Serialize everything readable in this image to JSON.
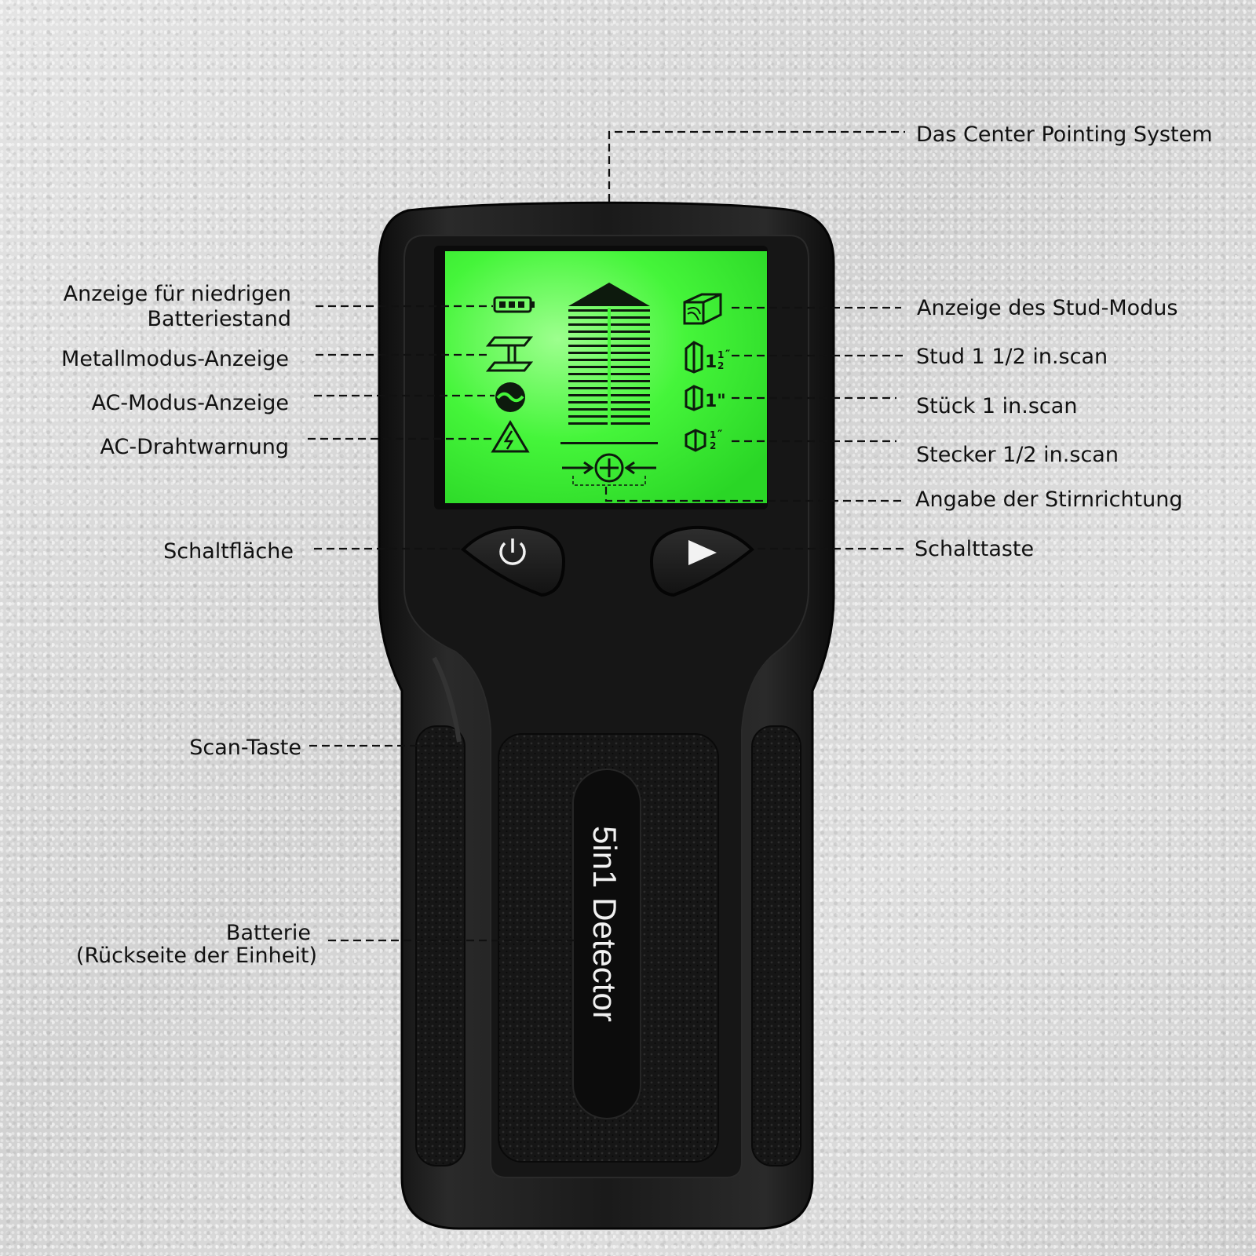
{
  "labels": {
    "center_pointing": "Das Center Pointing System",
    "low_battery_line1": "Anzeige für niedrigen",
    "low_battery_line2": "Batteriestand",
    "metal_mode": "Metallmodus-Anzeige",
    "ac_mode": "AC-Modus-Anzeige",
    "ac_warning": "AC-Drahtwarnung",
    "power_button": "Schaltfläche",
    "scan_button": "Scan-Taste",
    "battery_line1": "Batterie",
    "battery_line2": "(Rückseite der Einheit)",
    "stud_mode": "Anzeige des Stud-Modus",
    "stud_1_5": "Stud 1 1/2 in.scan",
    "stud_1": "Stück 1 in.scan",
    "stud_0_5": "Stecker 1/2 in.scan",
    "direction": "Angabe der Stirnrichtung",
    "switch_button": "Schalttaste"
  },
  "device": {
    "name": "5in1 Detector",
    "lcd_frac_1_5_whole": "1",
    "lcd_frac_1_5_num": "1",
    "lcd_frac_1_5_den": "2",
    "lcd_frac_1": "1\"",
    "lcd_frac_0_5_num": "1",
    "lcd_frac_0_5_den": "2",
    "lcd_color": "#3ff23a",
    "body_color": "#1b1b1b"
  }
}
